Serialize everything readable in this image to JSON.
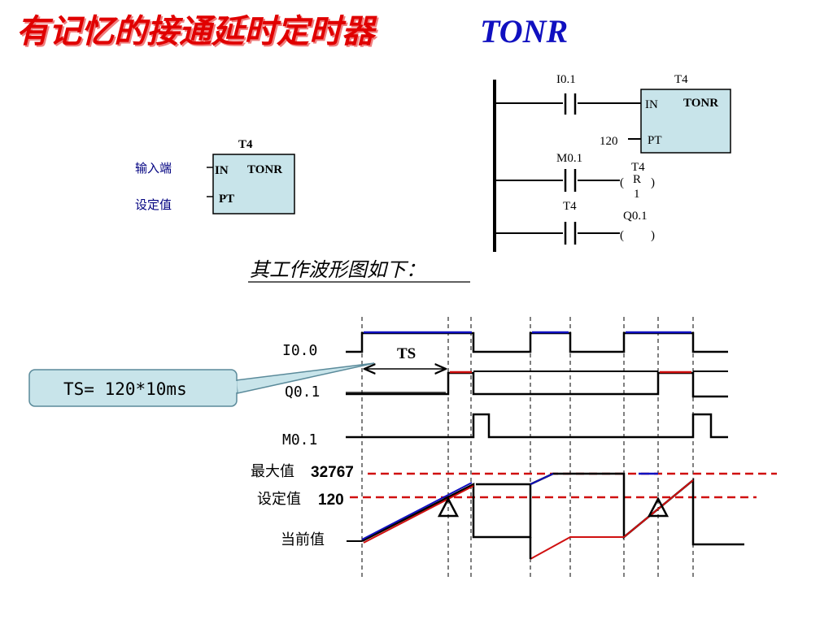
{
  "title": {
    "chinese": "有记忆的接通延时定时器",
    "english": "TONR"
  },
  "block": {
    "name": "T4",
    "type": "TONR",
    "in_pin": "IN",
    "pt_pin": "PT",
    "input_label": "输入端",
    "setpoint_label": "设定值"
  },
  "ladder": {
    "rung1_contact": "I0.1",
    "timer_name": "T4",
    "timer_type": "TONR",
    "in_pin": "IN",
    "pt_pin": "PT",
    "preset": "120",
    "rung2_contact": "M0.1",
    "reset_coil_top": "T4",
    "reset_coil_mid": "R",
    "reset_coil_bottom": "1",
    "rung3_contact": "T4",
    "output_coil": "Q0.1"
  },
  "waveform": {
    "heading": "其工作波形图如下：",
    "signal_i00": "I0.0",
    "signal_q01": "Q0.1",
    "signal_m01": "M0.1",
    "ts_label": "TS",
    "max_label": "最大值",
    "max_value": "32767",
    "set_label": "设定值",
    "set_value": "120",
    "current_label": "当前值",
    "callout": "TS= 120*10ms"
  },
  "colors": {
    "title_red": "#e00000",
    "title_blue": "#1010c0",
    "box_fill": "#c8e4ea",
    "signal_blue": "#1010c0",
    "signal_red": "#d01010",
    "dashed_red": "#d01010"
  }
}
